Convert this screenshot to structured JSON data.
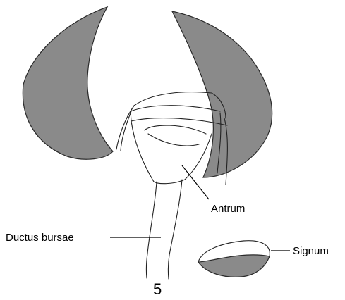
{
  "figure": {
    "number": "5",
    "labels": {
      "antrum": "Antrum",
      "ductus_bursae": "Ductus bursae",
      "signum": "Signum"
    }
  },
  "colors": {
    "lobe_fill": "#8a8a8a",
    "ink": "#222222",
    "background": "#ffffff"
  }
}
